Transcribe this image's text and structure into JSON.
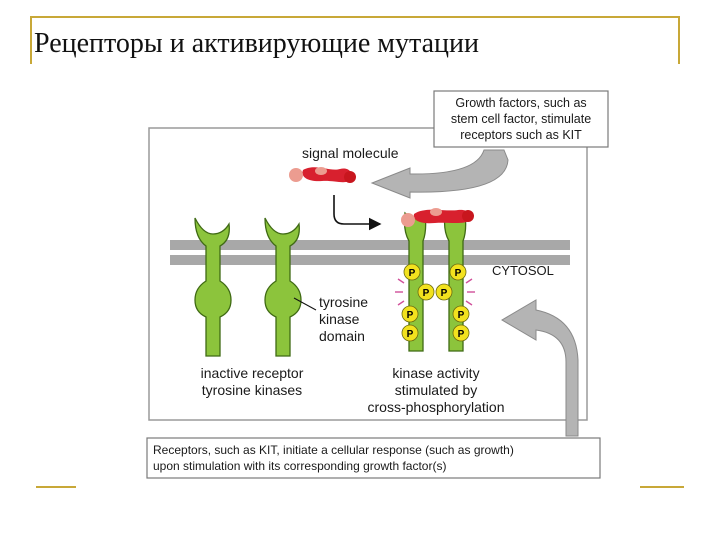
{
  "slide": {
    "title": "Рецепторы и активирующие мутации"
  },
  "figure": {
    "callout_top": [
      "Growth factors, such as",
      "stem cell factor, stimulate",
      "receptors such as KIT"
    ],
    "signal_molecule_label": "signal molecule",
    "cytosol_label": "CYTOSOL",
    "domain_label": [
      "tyrosine",
      "kinase",
      "domain"
    ],
    "inactive_label": [
      "inactive receptor",
      "tyrosine kinases"
    ],
    "active_label": [
      "kinase activity",
      "stimulated by",
      "cross-phosphorylation"
    ],
    "phosphate_symbol": "P",
    "callout_bottom": [
      "Receptors, such as KIT, initiate a cellular response (such as growth)",
      "upon stimulation with its corresponding growth factor(s)"
    ]
  },
  "colors": {
    "receptor_green": "#8cc43c",
    "receptor_outline": "#3f6a14",
    "membrane_gray": "#a8a8a8",
    "ligand_red": "#d8202e",
    "ligand_pink": "#ec9c90",
    "phosphate_yellow": "#f2e21e",
    "arrow_gray": "#b4b4b4",
    "accent_gold": "#c8a838"
  }
}
